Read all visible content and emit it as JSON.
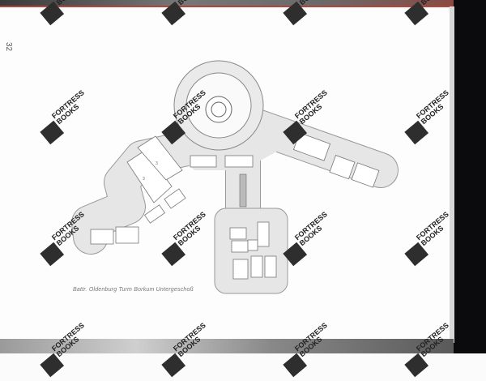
{
  "page": {
    "number": "32"
  },
  "figure": {
    "caption": "Battr. Oldenburg Turm Borkum Untergeschoß",
    "room_labels": [
      "3",
      "3"
    ]
  },
  "watermark": {
    "line1": "FORTRESS",
    "line2": "BOOKS"
  }
}
